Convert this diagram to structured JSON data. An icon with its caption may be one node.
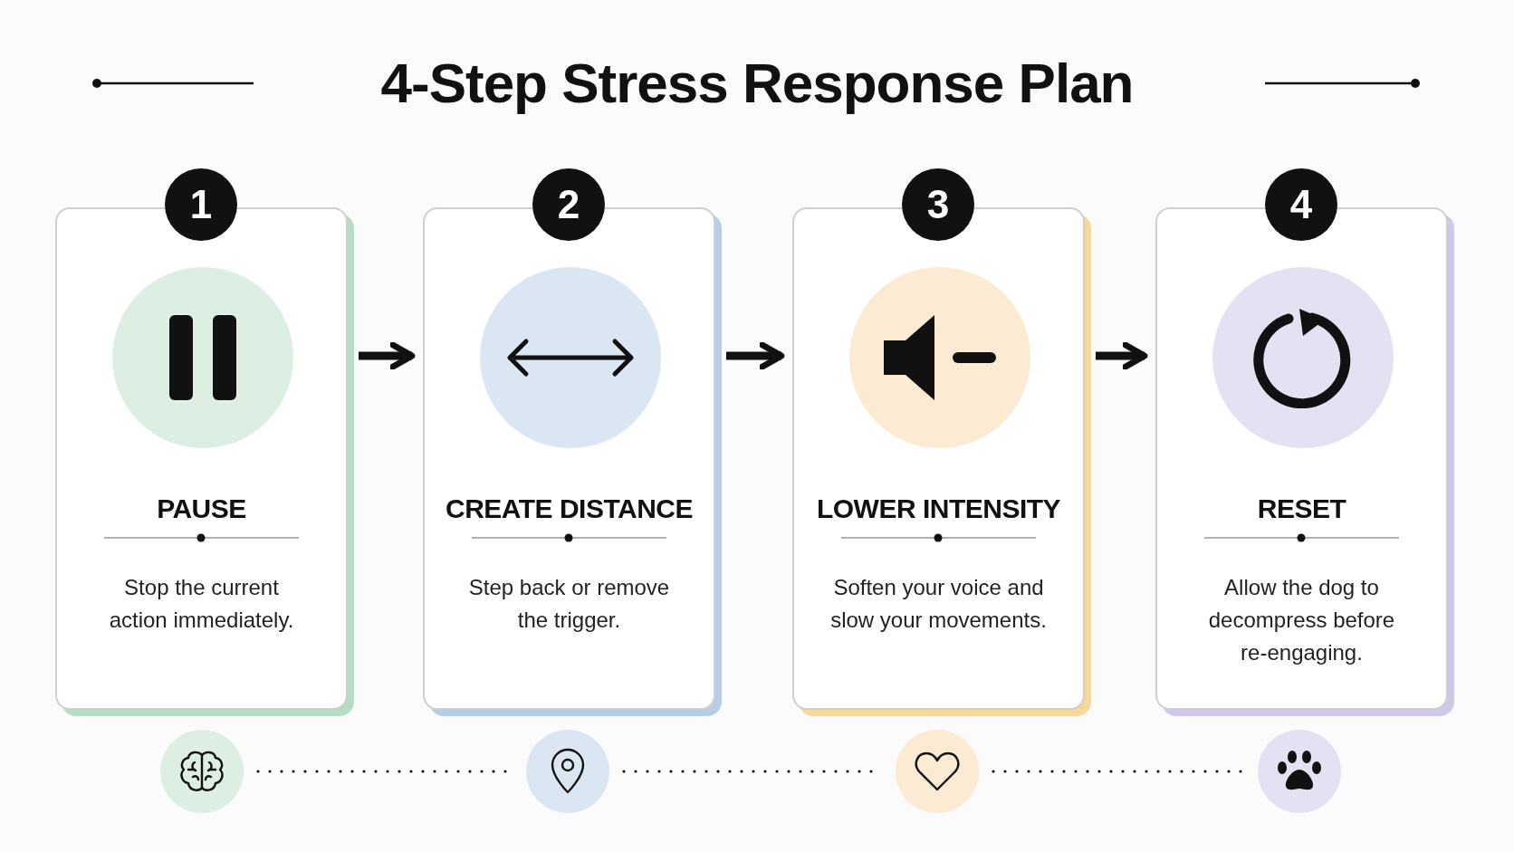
{
  "diagram": {
    "title": "4-Step Stress Response Plan",
    "nodes": [
      {
        "text": [
          "1"
        ]
      },
      {
        "text": [
          "PAUSE",
          "Stop the current action immediately."
        ]
      },
      {
        "text": [
          "2"
        ]
      },
      {
        "text": [
          "CREATE DISTANCE",
          "Step back or remove the trigger."
        ]
      },
      {
        "text": [
          "3"
        ]
      },
      {
        "text": [
          "LOWER INTENSITY",
          "Soften your voice and slow your movements."
        ]
      },
      {
        "text": [
          "4"
        ]
      },
      {
        "text": [
          "RESET",
          "Allow the dog to decompress before re-engaging."
        ]
      },
      {
        "text": [],
        "shape": "circle"
      },
      {
        "text": [],
        "shape": "circle"
      },
      {
        "text": [],
        "shape": "circle"
      },
      {
        "text": [],
        "shape": "circle"
      }
    ],
    "edges": [
      {
        "from": 1,
        "to": 3,
        "arrow": "to",
        "style": "thick"
      },
      {
        "from": 3,
        "to": 5,
        "arrow": "to",
        "style": "thick"
      },
      {
        "from": 5,
        "to": 7,
        "arrow": "to",
        "style": "thick"
      },
      {
        "from": 8,
        "to": 9,
        "arrow": "none",
        "style": "dashed"
      },
      {
        "from": 9,
        "to": 10,
        "arrow": "none",
        "style": "dashed"
      },
      {
        "from": 10,
        "to": 11,
        "arrow": "none",
        "style": "dashed"
      }
    ]
  }
}
